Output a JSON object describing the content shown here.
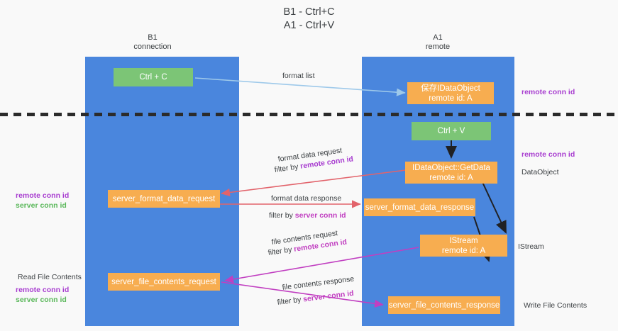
{
  "title": "B1 - Ctrl+C\nA1 - Ctrl+V",
  "columns": [
    {
      "name": "b1",
      "header": "B1\nconnection"
    },
    {
      "name": "a1",
      "header": "A1\nremote"
    }
  ],
  "nodes": {
    "ctrl_c": "Ctrl + C",
    "ctrl_v": "Ctrl + V",
    "save_idataobject": "保存IDataObject\nremote id: A",
    "getdata": "IDataObject::GetData\nremote id: A",
    "istream": "IStream\nremote id: A",
    "server_format_data_request": "server_format_data_request",
    "server_format_data_response": "server_format_data_response",
    "server_file_contents_request": "server_file_contents_request",
    "server_file_contents_response": "server_file_contents_response"
  },
  "edges": {
    "format_list": "format list",
    "format_data_request": "format data request",
    "format_data_request_filter_prefix": "filter by ",
    "format_data_request_filter_key": "remote conn id",
    "format_data_response": "format data response",
    "format_data_response_filter_prefix": "filter by ",
    "format_data_response_filter_key": "server conn id",
    "file_contents_request": "file contents request",
    "file_contents_request_filter_prefix": "filter by ",
    "file_contents_request_filter_key": "remote conn id",
    "file_contents_response": "file contents response",
    "file_contents_response_filter_prefix": "filter by ",
    "file_contents_response_filter_key": "server conn id"
  },
  "annotations": {
    "right_remote_conn_id_top": "remote conn id",
    "right_remote_conn_id_mid": "remote conn id",
    "right_dataobject": "DataObject",
    "right_istream": "IStream",
    "right_write_file_contents": "Write File Contents",
    "left_remote_conn_id_mid": "remote conn id",
    "left_server_conn_id_mid": "server conn id",
    "left_read_file_contents": "Read File Contents",
    "left_remote_conn_id_bottom": "remote conn id",
    "left_server_conn_id_bottom": "server conn id"
  },
  "colors": {
    "column": "#4a86dd",
    "node_orange": "#f7ad50",
    "node_green": "#7cc576",
    "arrow_light_blue": "#9ec9ea",
    "arrow_red": "#e2636b",
    "arrow_magenta": "#c13fc1",
    "arrow_black": "#202124",
    "text_purple": "#a83dd0",
    "text_green": "#5bb85b",
    "background": "#f9f9f9"
  }
}
